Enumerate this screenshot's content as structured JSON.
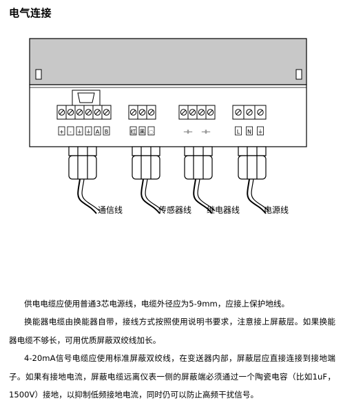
{
  "title": "电气连接",
  "terminal_symbols": {
    "signal": [
      "+",
      "-",
      "⏚",
      "⏚",
      "A",
      "B"
    ],
    "sensor": [
      "红",
      "黑",
      "◌"
    ],
    "relay": [
      "⊣⊢",
      "⊣⊢"
    ],
    "power": [
      "L",
      "N",
      "⏚"
    ]
  },
  "cables": [
    {
      "label": "通信线"
    },
    {
      "label": "传感器线"
    },
    {
      "label": "继电器线"
    },
    {
      "label": "电源线"
    }
  ],
  "paragraphs": [
    "供电电缆应使用普通3芯电源线，电缆外径应为5-9mm，应接上保护地线。",
    "换能器电缆由换能器自带，接线方式按照使用说明书要求，注意接上屏蔽层。如果换能器电缆不够长，可用优质屏蔽双绞线加长。",
    "4-20mA信号电缆应使用标准屏蔽双绞线，在变送器内部，屏蔽层应直接连接到接地端子。如果有接地电流，屏蔽电缆远离仪表一侧的屏蔽端必须通过一个陶瓷电容（比如1uF，1500V）接地，以抑制低频接地电流，同时仍可以防止高频干扰信号。"
  ]
}
